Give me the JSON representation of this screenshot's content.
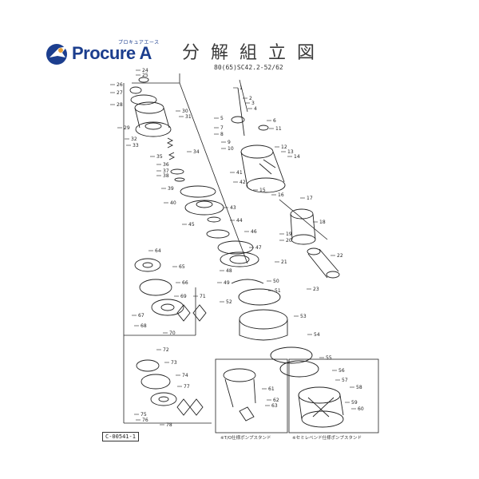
{
  "logo": {
    "name": "Procure A",
    "sub": "プロキュアエース",
    "icon": "flying-hero-icon"
  },
  "title": "分解組立図",
  "model": "80(65)SC42.2-52/62",
  "doc_code": "C-00541-1",
  "captions": {
    "left": "※T/O仕様ポンプスタンド",
    "right": "※セミレベンド仕様ポンプスタンド"
  },
  "parts": [
    "1",
    "2",
    "3",
    "4",
    "5",
    "6",
    "7",
    "8",
    "9",
    "10",
    "11",
    "12",
    "13",
    "14",
    "15",
    "16",
    "17",
    "18",
    "19",
    "20",
    "21",
    "22",
    "23",
    "24",
    "25",
    "26",
    "27",
    "28",
    "29",
    "30",
    "31",
    "32",
    "33",
    "34",
    "35",
    "36",
    "37",
    "38",
    "39",
    "40",
    "41",
    "42",
    "43",
    "44",
    "45",
    "46",
    "47",
    "48",
    "49",
    "50",
    "51",
    "52",
    "53",
    "54",
    "55",
    "56",
    "57",
    "58",
    "59",
    "60",
    "61",
    "62",
    "63",
    "64",
    "65",
    "66",
    "67",
    "68",
    "69",
    "70",
    "71",
    "72",
    "73",
    "74",
    "75",
    "76",
    "77",
    "78"
  ],
  "colors": {
    "brand": "#1c3e8e",
    "ink": "#222222"
  }
}
